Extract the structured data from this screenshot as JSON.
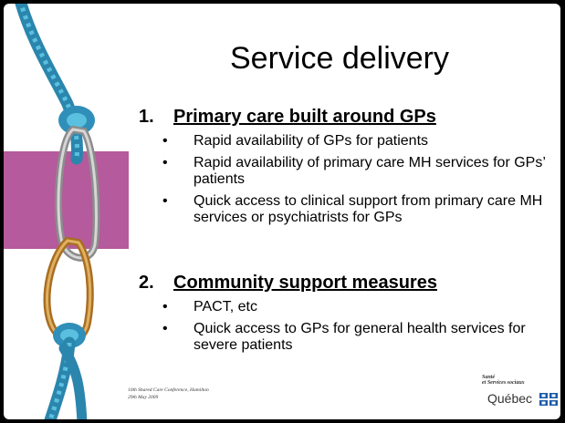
{
  "slide": {
    "title": "Service delivery",
    "sections": [
      {
        "number": "1.",
        "heading": "Primary care built around GPs",
        "bullets": [
          "Rapid availability of GPs for patients",
          "Rapid availability of primary care MH services for GPs’ patients",
          "Quick access to clinical support from primary care MH services or psychiatrists for GPs"
        ]
      },
      {
        "number": "2.",
        "heading": "Community support measures",
        "bullets": [
          "PACT, etc",
          "Quick access to GPs for general health services for severe patients"
        ]
      }
    ],
    "bullet_glyph": "•",
    "footer": {
      "line1": "10th Shared Care Conference, Hamilton",
      "line2": "29th May 2009"
    },
    "logo": {
      "line1": "Santé",
      "line2": "et Services sociaux",
      "name": "Québec"
    }
  },
  "colors": {
    "background": "#000000",
    "panel": "#ffffff",
    "accent_block": "#b55a9c",
    "rope": "#3a9fc4",
    "carabiner_silver": "#9a9a9a",
    "carabiner_gold": "#c08a3a",
    "quebec_blue": "#1a5aa8"
  }
}
